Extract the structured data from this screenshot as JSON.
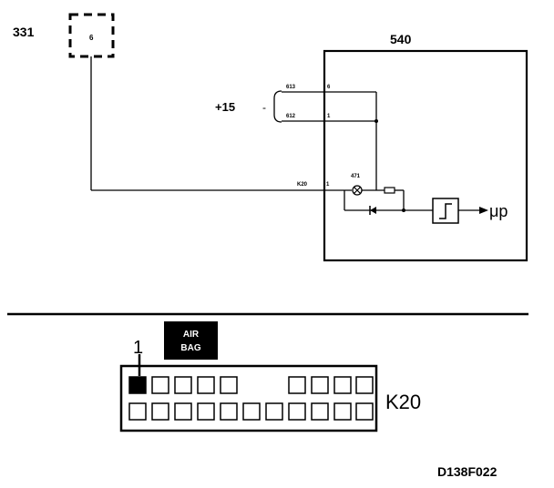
{
  "labels": {
    "component_331": "331",
    "connector_331_pin": "6",
    "component_540": "540",
    "supply": "+15",
    "supply_dash": "-",
    "wire_613": "613",
    "wire_612": "612",
    "wire_k20": "K20",
    "pin_6": "6",
    "pin_1_upper": "1",
    "pin_1_lower": "1",
    "lamp_id": "471",
    "mu_p": "μp",
    "airbag_line1": "AIR",
    "airbag_line2": "BAG",
    "connector_pin_marker": "1",
    "connector_name": "K20",
    "figure_code": "D138F022"
  },
  "colors": {
    "ink": "#000000",
    "paper": "#ffffff"
  }
}
